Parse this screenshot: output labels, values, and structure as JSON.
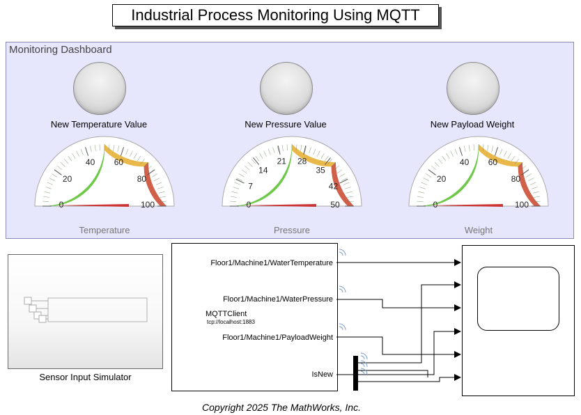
{
  "title": "Industrial Process Monitoring Using MQTT",
  "dashboard": {
    "label": "Monitoring Dashboard",
    "lamps": [
      {
        "label": "New Temperature Value"
      },
      {
        "label": "New Pressure Value"
      },
      {
        "label": "New Payload Weight"
      }
    ],
    "gauges": [
      {
        "caption": "Temperature",
        "min": 0,
        "max": 100,
        "value": 0,
        "ticks": [
          "0",
          "20",
          "40",
          "60",
          "80",
          "100"
        ]
      },
      {
        "caption": "Pressure",
        "min": 0,
        "max": 50,
        "value": 0,
        "ticks": [
          "0",
          "7",
          "14",
          "21",
          "28",
          "35",
          "42",
          "50"
        ]
      },
      {
        "caption": "Weight",
        "min": 0,
        "max": 100,
        "value": 0,
        "ticks": [
          "0",
          "20",
          "40",
          "60",
          "80",
          "100"
        ]
      }
    ],
    "colors": {
      "green": "#6fc84a",
      "yellow": "#e8b84a",
      "red": "#d0604a",
      "needle": "#cc3333"
    }
  },
  "sensor_sim": {
    "caption": "Sensor Input Simulator"
  },
  "mqtt_block": {
    "ports": [
      "Floor1/Machine1/WaterTemperature",
      "Floor1/Machine1/WaterPressure",
      "Floor1/Machine1/PayloadWeight",
      "IsNew"
    ],
    "name": "MQTTClient",
    "address": "tcp://localhost:1883"
  },
  "copyright": "Copyright 2025 The MathWorks, Inc."
}
